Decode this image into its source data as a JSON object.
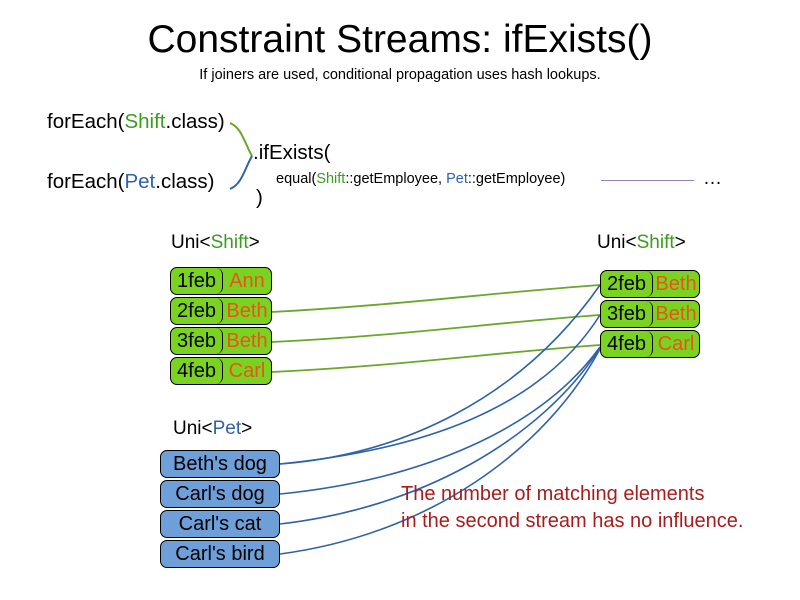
{
  "slide": {
    "title": "Constraint Streams: ifExists()",
    "subtitle": "If joiners are used, conditional propagation uses hash lookups."
  },
  "code": {
    "foreach_shift_prefix": "forEach(",
    "foreach_shift_type": "Shift",
    "foreach_shift_suffix": ".class)",
    "foreach_pet_prefix": "forEach(",
    "foreach_pet_type": "Pet",
    "foreach_pet_suffix": ".class)",
    "if_exists": ".ifExists(",
    "equal_prefix": "equal(",
    "equal_shift_type": "Shift",
    "equal_shift_method": "::getEmployee, ",
    "equal_pet_type": "Pet",
    "equal_pet_method": "::getEmployee)",
    "close_paren": ")",
    "tail_ellipsis": "…"
  },
  "labels": {
    "left_shift": {
      "prefix": "Uni<",
      "type": "Shift",
      "suffix": ">"
    },
    "right_shift": {
      "prefix": "Uni<",
      "type": "Shift",
      "suffix": ">"
    },
    "left_pet": {
      "prefix": "Uni<",
      "type": "Pet",
      "suffix": ">"
    }
  },
  "streams": {
    "left_shift_rows": [
      {
        "date": "1feb",
        "employee": "Ann"
      },
      {
        "date": "2feb",
        "employee": "Beth"
      },
      {
        "date": "3feb",
        "employee": "Beth"
      },
      {
        "date": "4feb",
        "employee": "Carl"
      }
    ],
    "right_shift_rows": [
      {
        "date": "2feb",
        "employee": "Beth"
      },
      {
        "date": "3feb",
        "employee": "Beth"
      },
      {
        "date": "4feb",
        "employee": "Carl"
      }
    ],
    "pet_rows": [
      {
        "name": "Beth's dog"
      },
      {
        "name": "Carl's dog"
      },
      {
        "name": "Carl's cat"
      },
      {
        "name": "Carl's bird"
      }
    ]
  },
  "note": {
    "line1": "The number of matching elements",
    "line2": "in the second stream has no influence."
  },
  "colors": {
    "shift_green": "#7bd321",
    "pet_blue": "#6f9fd8",
    "employee_orange": "#e8551b",
    "type_shift_green": "#3b9c1e",
    "type_pet_blue": "#2f62ab",
    "note_red": "#a81c1c",
    "wire_green": "#6aa72a",
    "wire_blue": "#2f62ab",
    "tail_purple": "#9b7fae"
  }
}
